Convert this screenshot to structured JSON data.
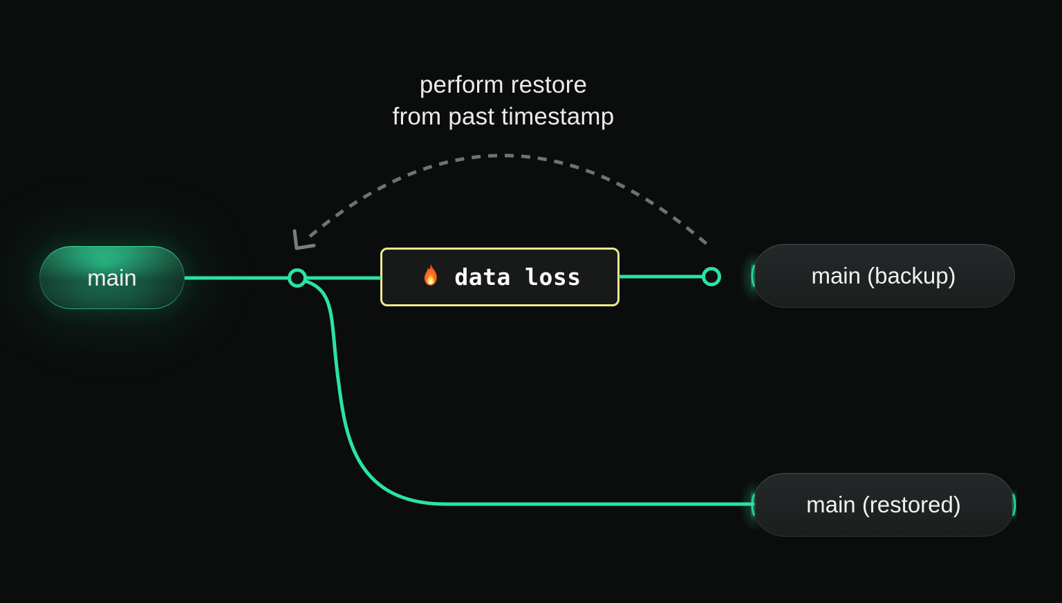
{
  "diagram": {
    "caption": {
      "line1": "perform restore",
      "line2": "from past timestamp"
    },
    "nodes": {
      "main": {
        "label": "main"
      },
      "backup": {
        "label": "main (backup)"
      },
      "restored": {
        "label": "main (restored)"
      }
    },
    "event": {
      "icon": "fire-emoji",
      "emoji": "🔥",
      "label": "data loss"
    },
    "colors": {
      "background": "#0b0d0c",
      "branch_green": "#2be3a2",
      "event_border_yellow": "#f0ea8e",
      "annotation_gray": "#6f7276",
      "text_light": "#ebebeb"
    }
  }
}
